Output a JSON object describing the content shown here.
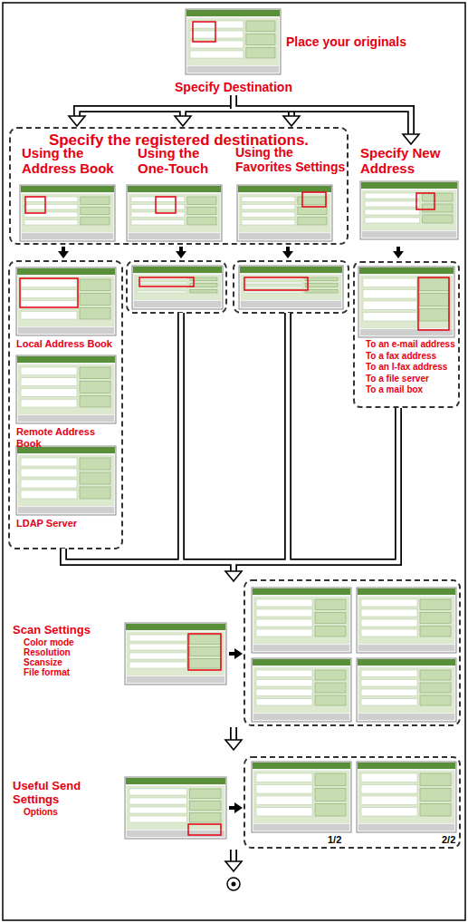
{
  "diagram": {
    "nodes": [
      {
        "text": [
          "Place your originals"
        ]
      },
      {
        "text": [
          "Specify Destination"
        ]
      },
      {
        "text": [
          "Specify the registered destinations."
        ]
      },
      {
        "text": [
          "Using the Address Book"
        ],
        "in": 2
      },
      {
        "text": [
          "Using the One-Touch"
        ],
        "in": 2
      },
      {
        "text": [
          "Using the Favorites Settings"
        ],
        "in": 2
      },
      {
        "text": [
          "Specify New Address"
        ]
      },
      {
        "text": [
          "Local Address Book"
        ]
      },
      {
        "text": [
          "Remote Address Book"
        ]
      },
      {
        "text": [
          "LDAP Server"
        ]
      },
      {
        "text": [
          "To an e-mail address",
          "To a fax address",
          "To an I-fax address",
          "To a file server",
          "To a mail box"
        ]
      },
      {
        "text": [
          "Scan Settings",
          "Color mode",
          "Resolution",
          "Scansize",
          "File format"
        ]
      },
      {
        "text": [
          "Useful Send Settings",
          "Options"
        ]
      }
    ],
    "edges": [
      {
        "from": 1,
        "to": 2,
        "arrow": "to"
      },
      {
        "from": 1,
        "to": 6,
        "arrow": "to"
      }
    ],
    "labels": [
      "1/2",
      "2/2"
    ]
  }
}
